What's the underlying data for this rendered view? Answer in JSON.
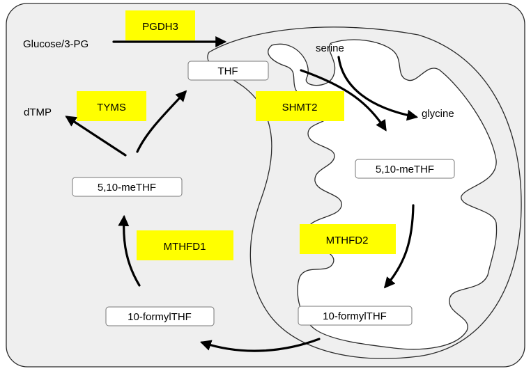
{
  "labels": {
    "glucose": "Glucose/3-PG",
    "dtmp": "dTMP",
    "serine": "serine",
    "glycine": "glycine"
  },
  "boxes": {
    "thf": "THF",
    "cyto_methylene_thf": "5,10-meTHF",
    "cyto_formyl_thf": "10-formylTHF",
    "mito_methylene_thf": "5,10-meTHF",
    "mito_formyl_thf": "10-formylTHF"
  },
  "enzymes": {
    "pgdh3": "PGDH3",
    "tyms": "TYMS",
    "shmt2": "SHMT2",
    "mthfd1": "MTHFD1",
    "mthfd2": "MTHFD2"
  },
  "colors": {
    "enzyme_fill": "#ffff00",
    "cell_fill": "#efefef",
    "mito_fill": "#ffffff",
    "stroke": "#2a2a2a",
    "arrow": "#000000"
  }
}
